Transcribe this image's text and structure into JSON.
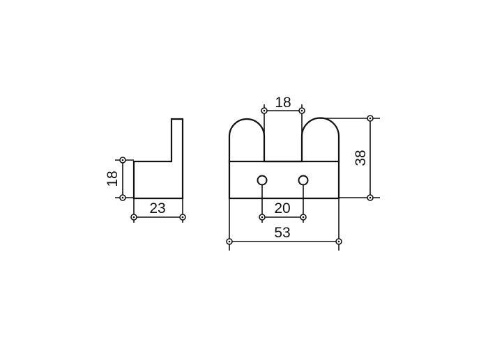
{
  "diagram": {
    "dimensions": {
      "side_height": "18",
      "side_depth": "23",
      "slot_width": "18",
      "total_height": "38",
      "hole_spacing": "20",
      "total_width": "53"
    }
  }
}
